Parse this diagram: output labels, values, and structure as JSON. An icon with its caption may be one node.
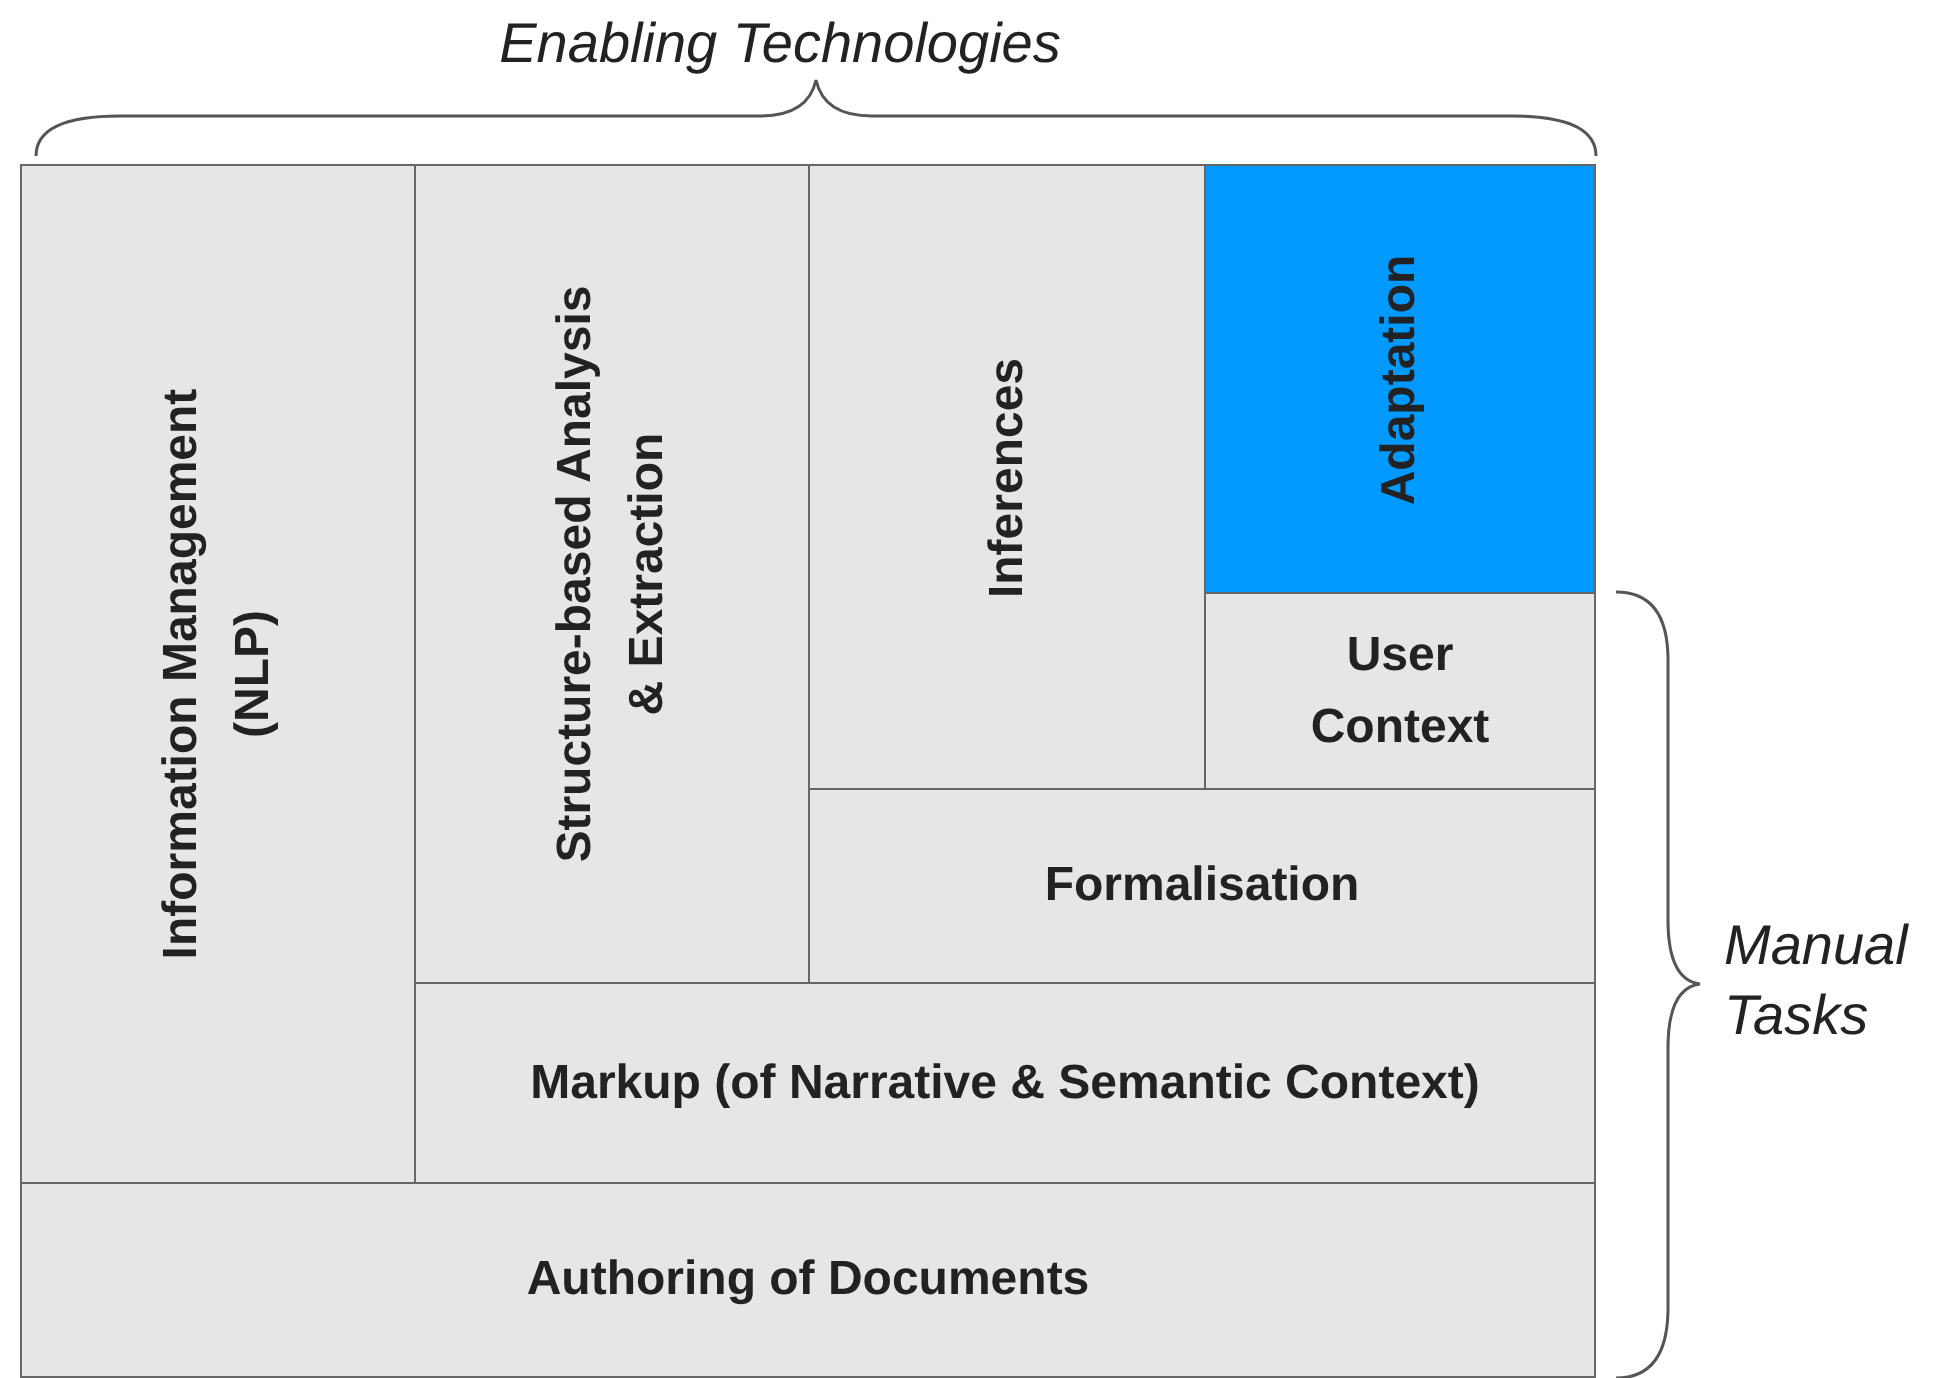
{
  "diagram": {
    "nodes": [
      {
        "text": [
          "Information Management (NLP)"
        ]
      },
      {
        "text": [
          "Structure-based Analysis & Extraction"
        ]
      },
      {
        "text": [
          "Inferences"
        ]
      },
      {
        "text": [
          "Adaptation"
        ]
      },
      {
        "text": [
          "User Context"
        ]
      },
      {
        "text": [
          "Formalisation"
        ]
      },
      {
        "text": [
          "Markup (of Narrative & Semantic Context)"
        ]
      },
      {
        "text": [
          "Authoring of Documents"
        ]
      }
    ],
    "edges": [],
    "labels": [
      "Enabling Technologies",
      "Manual Tasks"
    ]
  }
}
